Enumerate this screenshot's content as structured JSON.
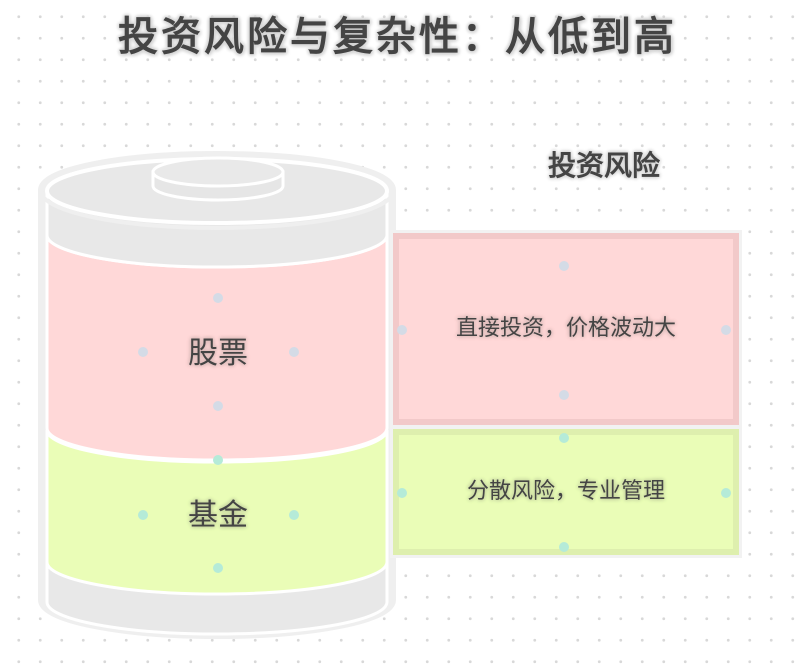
{
  "title": "投资风险与复杂性：从低到高",
  "axis_label": "投资风险",
  "layers": [
    {
      "name": "股票",
      "description": "直接投资，价格波动大",
      "color": "#ffd8d8"
    },
    {
      "name": "基金",
      "description": "分散风险，专业管理",
      "color": "#eafdb7"
    }
  ],
  "colors": {
    "cylinder_gray": "#e8e8e8",
    "stock_fill": "#ffd8d8",
    "fund_fill": "#eafdb7",
    "text": "#444444"
  }
}
